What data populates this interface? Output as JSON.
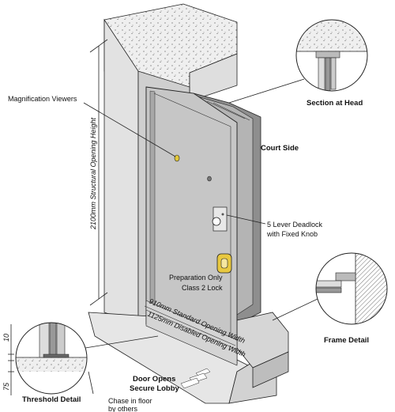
{
  "labels": {
    "magnification_viewers": "Magnification Viewers",
    "section_at_head": "Section at Head",
    "court_side": "Court Side",
    "deadlock_line1": "5 Lever Deadlock",
    "deadlock_line2": "with Fixed Knob",
    "prep_line1": "Preparation Only",
    "prep_line2": "Class 2 Lock",
    "frame_detail": "Frame Detail",
    "std_width": "910mm Standard Opening Width",
    "dis_width": "1125mm Disabled Opening Width",
    "door_opens_line1": "Door Opens",
    "door_opens_line2": "Secure Lobby",
    "threshold_detail": "Threshold Detail",
    "chase_line1": "Chase in floor",
    "chase_line2": "by others"
  },
  "dimensions": {
    "height": "2100mm Structural Opening Height",
    "threshold_top": "10",
    "threshold_bottom": "75"
  },
  "colors": {
    "door_face": "#c6c6c6",
    "door_edge": "#9a9a9a",
    "wall": "#e6e6e6",
    "concrete": "#ededed",
    "brass": "#e8c840",
    "outline": "#222222"
  },
  "icons": {
    "viewer": "magnification-viewer-icon",
    "knob": "fixed-knob-icon",
    "lock_plate": "class2-lock-plate-icon",
    "arrow": "door-open-direction-arrow-icon"
  }
}
